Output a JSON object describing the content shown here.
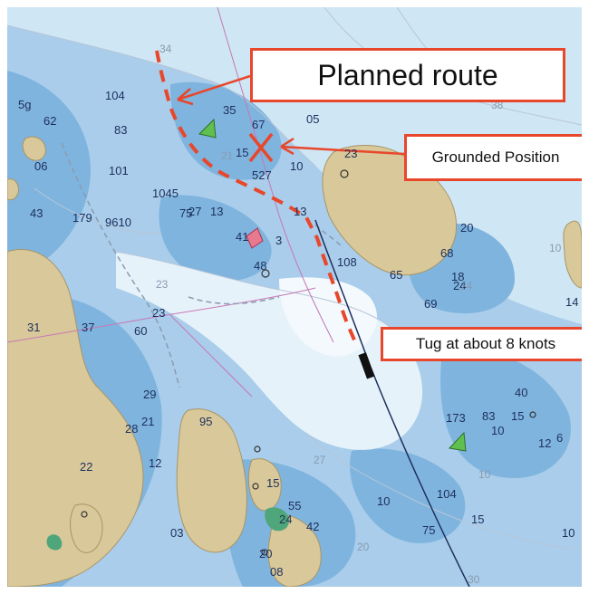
{
  "annotations": {
    "planned_route": "Planned route",
    "grounded_position": "Grounded Position",
    "tug_speed": "Tug at about 8 knots"
  },
  "colors": {
    "route": "#e8472b",
    "land": "#d9c89a",
    "deep_water": "#6aa6d6",
    "mid_water": "#a9cdea",
    "shallow_water": "#e6f2fa",
    "track": "#1d2f5c",
    "contour": "#b8c6d8"
  },
  "icons": [
    "grounded-x-icon",
    "tug-vessel-icon",
    "beacon-green-icon",
    "beacon-red-icon"
  ],
  "soundings": [
    "5g",
    "62",
    "06",
    "43",
    "104",
    "83",
    "101",
    "179",
    "9610",
    "1045",
    "75",
    "35",
    "67",
    "10",
    "15",
    "527",
    "05",
    "23",
    "41",
    "48",
    "3",
    "108",
    "65",
    "68",
    "18",
    "69",
    "24",
    "31",
    "37",
    "60",
    "23",
    "29",
    "28",
    "21",
    "95",
    "22",
    "12",
    "15",
    "24",
    "55",
    "42",
    "20",
    "08",
    "03",
    "10",
    "104",
    "15",
    "75",
    "83",
    "173",
    "10",
    "40",
    "15",
    "12",
    "6",
    "14",
    "10",
    "13",
    "13",
    "27",
    "20"
  ],
  "contour_labels": [
    "34",
    "38",
    "21",
    "24",
    "23",
    "27",
    "20",
    "30",
    "10",
    "10"
  ]
}
